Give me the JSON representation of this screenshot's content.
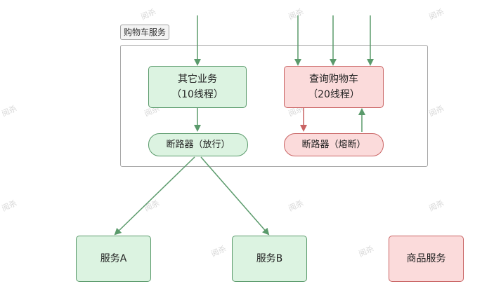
{
  "container": {
    "label": "购物车服务"
  },
  "nodes": {
    "other_business": {
      "line1": "其它业务",
      "line2": "（10线程）"
    },
    "query_cart": {
      "line1": "查询购物车",
      "line2": "（20线程）"
    },
    "breaker_open": {
      "label": "断路器（放行）"
    },
    "breaker_fuse": {
      "label": "断路器（熔断）"
    },
    "service_a": {
      "label": "服务A"
    },
    "service_b": {
      "label": "服务B"
    },
    "product_service": {
      "label": "商品服务"
    }
  },
  "watermark": {
    "text": "阅杀"
  },
  "colors": {
    "green_stroke": "#5a9a6b",
    "red_stroke": "#c96363",
    "green_fill": "#dcf3e1",
    "red_fill": "#fbdbdb"
  }
}
